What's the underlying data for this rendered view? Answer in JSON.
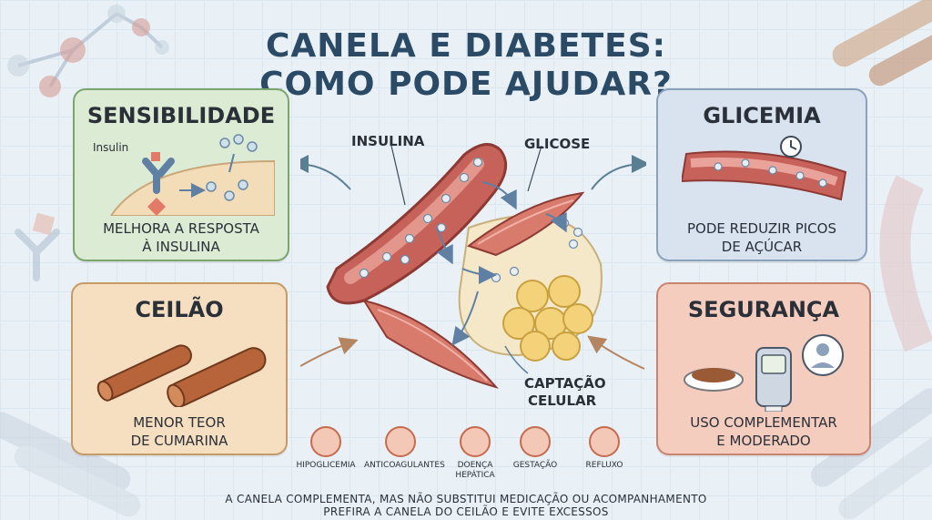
{
  "title": {
    "line1": "CANELA E DIABETES:",
    "line2": "COMO PODE AJUDAR?"
  },
  "cards": {
    "sensibilidade": {
      "heading": "SENSIBILIDADE",
      "label_insulin": "Insulin",
      "body_line1": "MELHORA A RESPOSTA",
      "body_line2": "À INSULINA"
    },
    "glicemia": {
      "heading": "GLICEMIA",
      "body_line1": "PODE REDUZIR PICOS",
      "body_line2": "DE AÇÚCAR"
    },
    "ceilao": {
      "heading": "CEILÃO",
      "body_line1": "MENOR TEOR",
      "body_line2": "DE CUMARINA"
    },
    "seguranca": {
      "heading": "SEGURANÇA",
      "body_line1": "USO COMPLEMENTAR",
      "body_line2": "E MODERADO"
    }
  },
  "center_labels": {
    "insulina": "INSULINA",
    "glicose": "GLICOSE",
    "captacao_line1": "CAPTAÇÃO",
    "captacao_line2": "CELULAR"
  },
  "risks": [
    {
      "label": "HIPOGLICEMIA"
    },
    {
      "label": "ANTICOAGULANTES"
    },
    {
      "label": "DOENÇA HEPÁTICA"
    },
    {
      "label": "GESTAÇÃO"
    },
    {
      "label": "REFLUXO"
    }
  ],
  "footer": {
    "line1": "A CANELA COMPLEMENTA, MAS NÃO SUBSTITUI MEDICAÇÃO OU ACOMPANHAMENTO",
    "line2": "PREFIRA A CANELA DO CEILÃO E EVITE EXCESSOS"
  },
  "colors": {
    "title": "#2a4a66",
    "vessel": "#b8544c",
    "risk_accent": "#c86a4d"
  }
}
